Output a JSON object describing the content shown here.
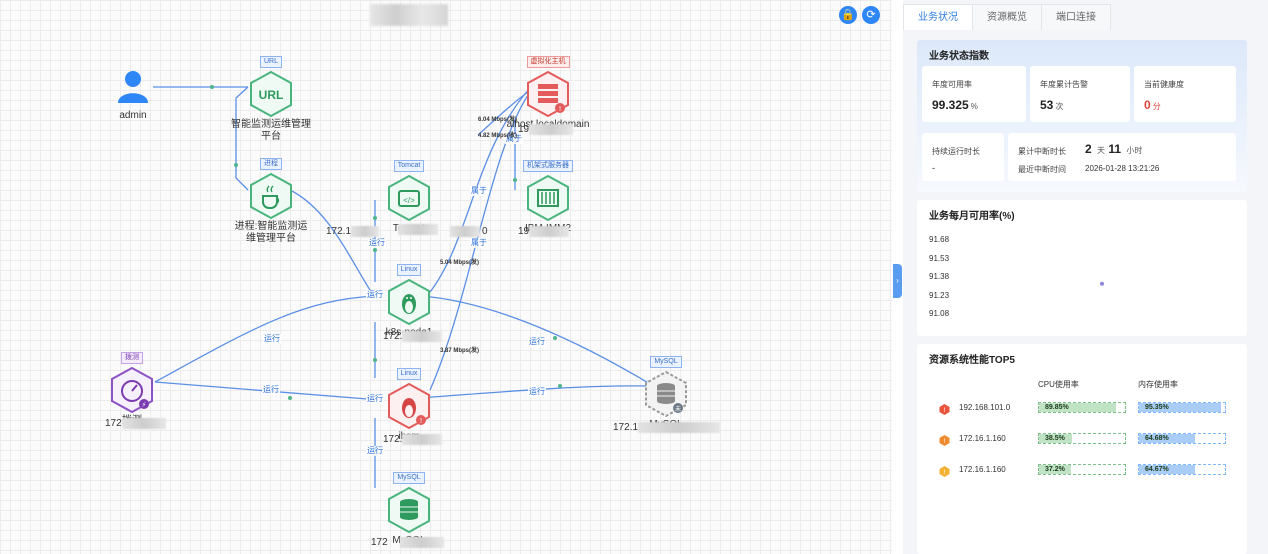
{
  "canvas": {
    "lock_icon": "lock-icon",
    "refresh_icon": "refresh-icon"
  },
  "nodes": {
    "admin": {
      "label": "admin"
    },
    "url": {
      "tag": "URL",
      "label": "智能监测运维管理平台"
    },
    "process": {
      "tag": "进程",
      "label": "进程:智能监测运维管理平台",
      "ip": "172.1"
    },
    "tomcat": {
      "tag": "Tomcat",
      "label": "Tomcat"
    },
    "vm": {
      "tag": "虚拟化主机",
      "label": "alhost.localdomain",
      "ip": "19"
    },
    "rack": {
      "tag": "机架式服务器",
      "label": "IBM-IMM2",
      "ip": "19"
    },
    "k8s": {
      "tag": "Linux",
      "label": "k8s-node1",
      "ip": "172."
    },
    "probe": {
      "tag": "拨测",
      "label": "拨测",
      "ip": "172"
    },
    "ibsm": {
      "tag": "Linux",
      "label": "ibsm",
      "ip": "172."
    },
    "mysql_right": {
      "tag": "MySQL",
      "label": "MySQL",
      "ip": "172.1"
    },
    "mysql_bottom": {
      "tag": "MySQL",
      "label": "MySQL",
      "ip": "172"
    }
  },
  "edges": {
    "run": "运行",
    "belongs": "属于",
    "partial_ip": "0"
  },
  "speeds": {
    "s1": "6.04 Mbps(发)",
    "s2": "4.82 Mbps(收)",
    "s3": "5.04 Mbps(发)",
    "s4": "3.87 Mbps(发)"
  },
  "panel": {
    "tabs": [
      "业务状况",
      "资源概览",
      "端口连接"
    ],
    "status": {
      "title": "业务状态指数",
      "annual_availability": {
        "label": "年度可用率",
        "value": "99.325",
        "unit": "%"
      },
      "annual_alarms": {
        "label": "年度累计告警",
        "value": "53",
        "unit": "次"
      },
      "health": {
        "label": "当前健康度",
        "value": "0",
        "unit": "分"
      },
      "uptime": {
        "label": "持续运行时长",
        "value": "-"
      },
      "downtime": {
        "label": "累计中断时长",
        "days": "2",
        "days_unit": "天",
        "hours": "11",
        "hours_unit": "小时"
      },
      "last_interrupt": {
        "label": "最近中断时间",
        "value": "2026-01-28 13:21:26"
      }
    },
    "monthly": {
      "title": "业务每月可用率(%)"
    },
    "top5": {
      "title": "资源系统性能TOP5",
      "cpu_header": "CPU使用率",
      "mem_header": "内存使用率",
      "rows": [
        {
          "ip": "192.168.101.0",
          "cpu": "89.85%",
          "cpu_val": 89.85,
          "mem": "95.35%",
          "mem_val": 95.35,
          "color": "#e8543c"
        },
        {
          "ip": "172.16.1.160",
          "cpu": "38.5%",
          "cpu_val": 38.5,
          "mem": "64.68%",
          "mem_val": 64.68,
          "color": "#ef8a2e"
        },
        {
          "ip": "172.16.1.160",
          "cpu": "37.2%",
          "cpu_val": 37.2,
          "mem": "64.67%",
          "mem_val": 64.67,
          "color": "#f2b233"
        }
      ]
    }
  },
  "chart_data": {
    "type": "scatter",
    "title": "业务每月可用率(%)",
    "y_ticks": [
      "91.68",
      "91.53",
      "91.38",
      "91.23",
      "91.08"
    ],
    "ylim": [
      91.08,
      91.68
    ],
    "x": [
      0.5
    ],
    "y": [
      91.325
    ]
  }
}
